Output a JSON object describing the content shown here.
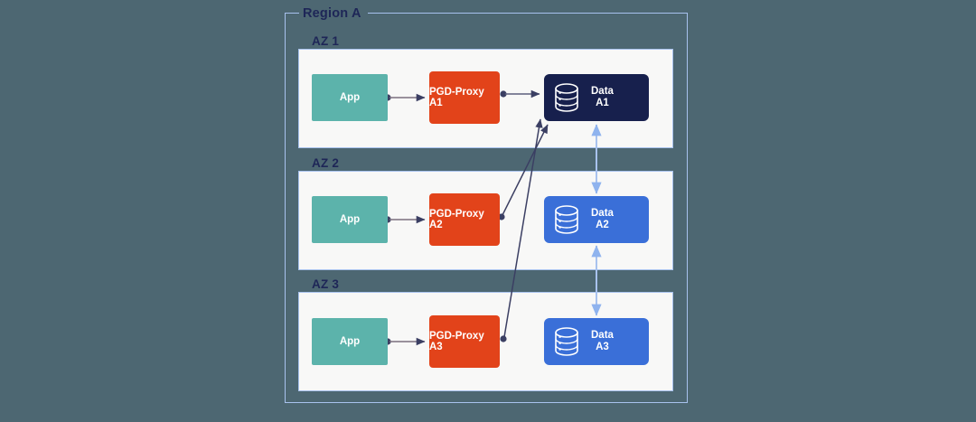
{
  "background_color": "#4d6772",
  "region": {
    "label": "Region A",
    "border_color": "#a8c2ee"
  },
  "colors": {
    "app": "#5cb3ab",
    "proxy": "#e2431a",
    "data_primary": "#17204d",
    "data_replica": "#3a6fd8",
    "panel": "#f8f8f7",
    "text_dark": "#1e2657",
    "arrow_dark": "#3b3f63",
    "arrow_light": "#a8c2ee"
  },
  "zones": [
    {
      "label": "AZ 1",
      "app": {
        "label": "App",
        "icon": "app-box-icon"
      },
      "proxy": {
        "label": "PGD-Proxy A1"
      },
      "data": {
        "line1": "Data",
        "line2": "A1",
        "role": "primary",
        "icon": "database-cylinder-icon"
      }
    },
    {
      "label": "AZ 2",
      "app": {
        "label": "App",
        "icon": "app-box-icon"
      },
      "proxy": {
        "label": "PGD-Proxy A2"
      },
      "data": {
        "line1": "Data",
        "line2": "A2",
        "role": "replica",
        "icon": "database-cylinder-icon"
      }
    },
    {
      "label": "AZ 3",
      "app": {
        "label": "App",
        "icon": "app-box-icon"
      },
      "proxy": {
        "label": "PGD-Proxy A3"
      },
      "data": {
        "line1": "Data",
        "line2": "A3",
        "role": "replica",
        "icon": "database-cylinder-icon"
      }
    }
  ],
  "connections": [
    {
      "from": "App AZ 1",
      "to": "PGD-Proxy A1",
      "style": "solid",
      "direction": "one-way"
    },
    {
      "from": "App AZ 2",
      "to": "PGD-Proxy A2",
      "style": "solid",
      "direction": "one-way"
    },
    {
      "from": "App AZ 3",
      "to": "PGD-Proxy A3",
      "style": "solid",
      "direction": "one-way"
    },
    {
      "from": "PGD-Proxy A1",
      "to": "Data A1",
      "style": "solid",
      "direction": "one-way"
    },
    {
      "from": "PGD-Proxy A2",
      "to": "Data A1",
      "style": "solid",
      "direction": "one-way"
    },
    {
      "from": "PGD-Proxy A3",
      "to": "Data A1",
      "style": "solid",
      "direction": "one-way"
    },
    {
      "from": "Data A1",
      "to": "Data A2",
      "style": "solid",
      "direction": "two-way"
    },
    {
      "from": "Data A2",
      "to": "Data A3",
      "style": "solid",
      "direction": "two-way"
    }
  ]
}
